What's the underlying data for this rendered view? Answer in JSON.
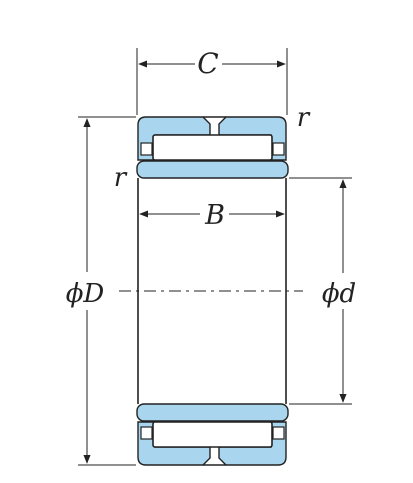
{
  "labels": {
    "width_outer": "C",
    "width_inner": "B",
    "outer_diameter": "ϕD",
    "inner_diameter": "ϕd",
    "radius_top": "r",
    "radius_side": "r"
  },
  "colors": {
    "ring_fill": "#a9d6ee",
    "outline": "#222222",
    "background": "#ffffff"
  }
}
